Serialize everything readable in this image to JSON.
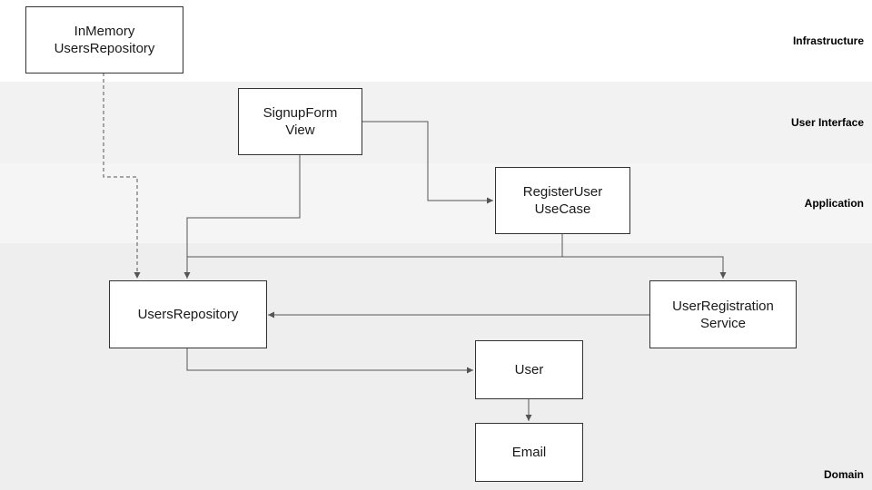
{
  "layers": {
    "infrastructure": "Infrastructure",
    "user_interface": "User Interface",
    "application": "Application",
    "domain": "Domain"
  },
  "nodes": {
    "inmemory_users_repository": {
      "line1": "InMemory",
      "line2": "UsersRepository"
    },
    "signup_form_view": {
      "line1": "SignupForm",
      "line2": "View"
    },
    "register_user_use_case": {
      "line1": "RegisterUser",
      "line2": "UseCase"
    },
    "users_repository": {
      "line1": "UsersRepository"
    },
    "user_registration_service": {
      "line1": "UserRegistration",
      "line2": "Service"
    },
    "user": {
      "line1": "User"
    },
    "email": {
      "line1": "Email"
    }
  },
  "edges": [
    {
      "from": "InMemory UsersRepository",
      "to": "UsersRepository",
      "style": "dashed"
    },
    {
      "from": "SignupForm View",
      "to": "RegisterUser UseCase",
      "style": "solid"
    },
    {
      "from": "SignupForm View",
      "to": "UsersRepository",
      "style": "solid"
    },
    {
      "from": "RegisterUser UseCase",
      "to": "UserRegistration Service",
      "style": "solid"
    },
    {
      "from": "UserRegistration Service",
      "to": "UsersRepository",
      "style": "solid"
    },
    {
      "from": "UsersRepository",
      "to": "User",
      "style": "solid"
    },
    {
      "from": "User",
      "to": "Email",
      "style": "solid"
    }
  ],
  "colors": {
    "border": "#333333",
    "connector": "#555555",
    "band_ui": "#f2f2f2",
    "band_application": "#f5f5f5",
    "band_domain": "#eeeeee"
  }
}
